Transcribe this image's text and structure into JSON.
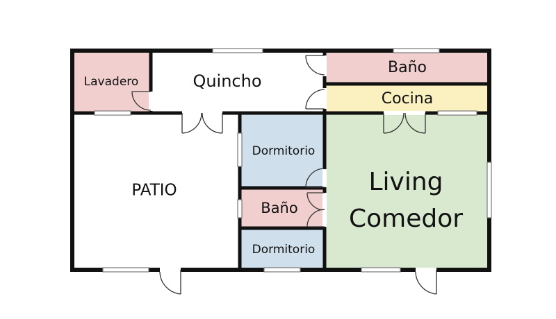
{
  "rooms": {
    "lavadero": {
      "label": "Lavadero",
      "color": "#f2cfcf"
    },
    "quincho": {
      "label": "Quincho",
      "color": "#ffffff"
    },
    "bano_top": {
      "label": "Baño",
      "color": "#f2cfcf"
    },
    "cocina": {
      "label": "Cocina",
      "color": "#fbf0bf"
    },
    "patio": {
      "label": "PATIO",
      "color": "#ffffff"
    },
    "dormitorio_1": {
      "label": "Dormitorio",
      "color": "#cfe0ec"
    },
    "bano_mid": {
      "label": "Baño",
      "color": "#f2cfcf"
    },
    "dormitorio_2": {
      "label": "Dormitorio",
      "color": "#cfe0ec"
    },
    "living": {
      "label_line1": "Living",
      "label_line2": "Comedor",
      "color": "#d9e9cf"
    }
  }
}
